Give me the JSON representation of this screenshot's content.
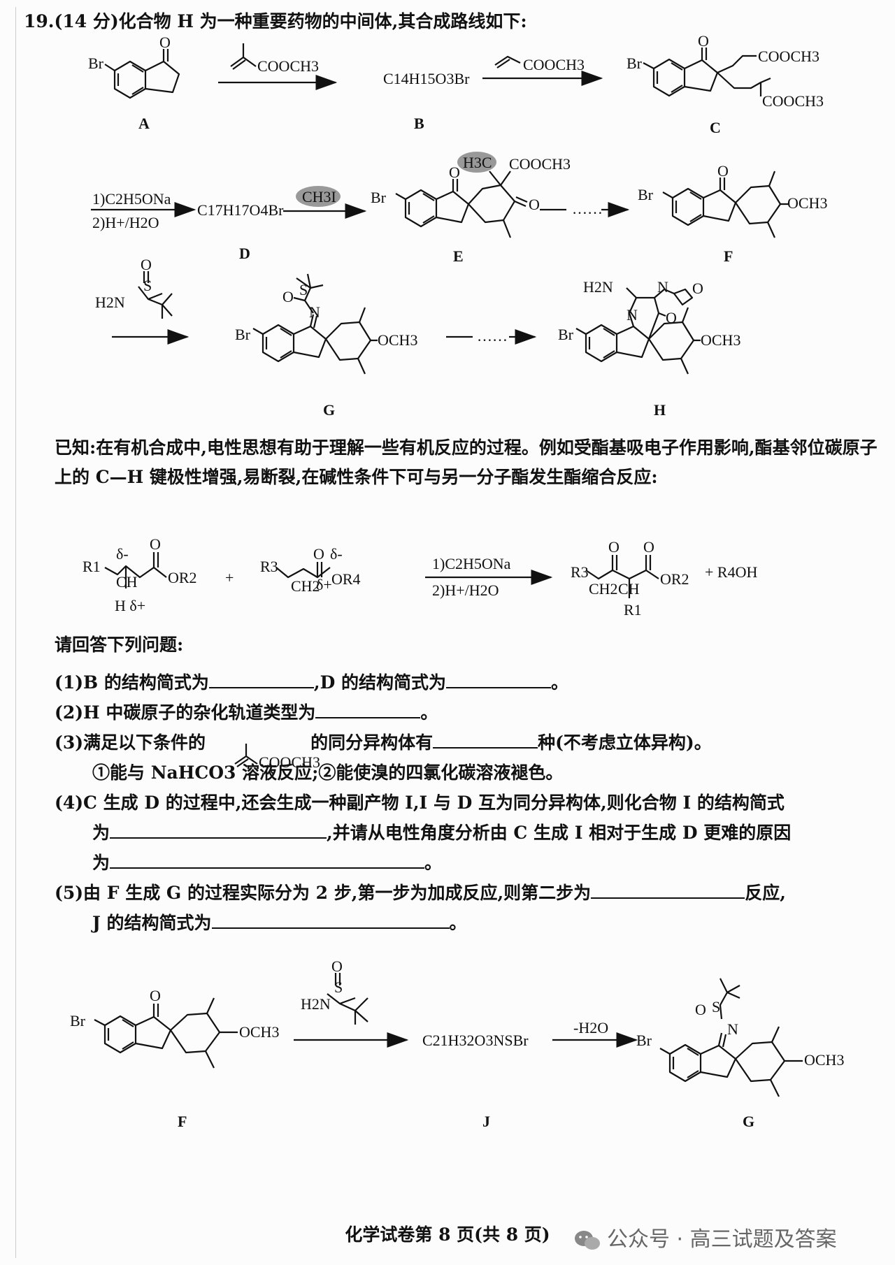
{
  "question": {
    "number": "19.",
    "score": "(14 分)",
    "title": "化合物 H 为一种重要药物的中间体,其合成路线如下:"
  },
  "compounds": {
    "A": "A",
    "B": "B",
    "C": "C",
    "D": "D",
    "E": "E",
    "F": "F",
    "G": "G",
    "H": "H",
    "J": "J"
  },
  "formulas": {
    "B": "C14H15O3Br",
    "D": "C17H17O4Br",
    "J": "C21H32O3NSBr"
  },
  "reagents": {
    "methacrylate": "COOCH3",
    "acrylate": "COOCH3",
    "step_d_1": "1)C2H5ONa",
    "step_d_2": "2)H+/H2O",
    "step_e": "CH3I",
    "dots": "……",
    "minus_water": "-H2O"
  },
  "atoms": {
    "br": "Br",
    "o": "O",
    "och3": "OCH3",
    "cooch3": "COOCH3",
    "h3c": "H3C",
    "h2n": "H2N",
    "n": "N",
    "s": "S"
  },
  "known": {
    "text": "已知:在有机合成中,电性思想有助于理解一些有机反应的过程。例如受酯基吸电子作用影响,酯基邻位碳原子上的 C—H 键极性增强,易断裂,在碱性条件下可与另一分子酯发生酯缩合反应:"
  },
  "condensation": {
    "r1": "R1",
    "r2": "OR2",
    "r3": "R3",
    "r4": "OR4",
    "ch": "CH",
    "ch2": "CH2",
    "h_delta": "H δ+",
    "delta_minus": "δ-",
    "delta_plus": "δ+",
    "plus": "+",
    "byproduct": "+ R4OH",
    "cond1": "1)C2H5ONa",
    "cond2": "2)H+/H2O"
  },
  "questions": {
    "prompt": "请回答下列问题:",
    "q1a": "(1)B 的结构简式为",
    "q1b": ",D 的结构简式为",
    "q1c": "。",
    "q2": "(2)H 中碳原子的杂化轨道类型为",
    "q2end": "。",
    "q3a": "(3)满足以下条件的",
    "q3b": "的同分异构体有",
    "q3c": "种(不考虑立体异构)。",
    "q3cond": "①能与 NaHCO3 溶液反应;②能使溴的四氯化碳溶液褪色。",
    "q4a": "(4)C 生成 D 的过程中,还会生成一种副产物 I,I 与 D 互为同分异构体,则化合物 I 的结构简式",
    "q4b": "为",
    "q4c": ",并请从电性角度分析由 C 生成 I 相对于生成 D 更难的原因",
    "q4d": "为",
    "q4e": "。",
    "q5a": "(5)由 F 生成 G 的过程实际分为 2 步,第一步为加成反应,则第二步为",
    "q5b": "反应,",
    "q5c": "J 的结构简式为",
    "q5d": "。"
  },
  "footer": "化学试卷第 8 页(共 8 页)",
  "wechat": "公众号 · 高三试题及答案"
}
